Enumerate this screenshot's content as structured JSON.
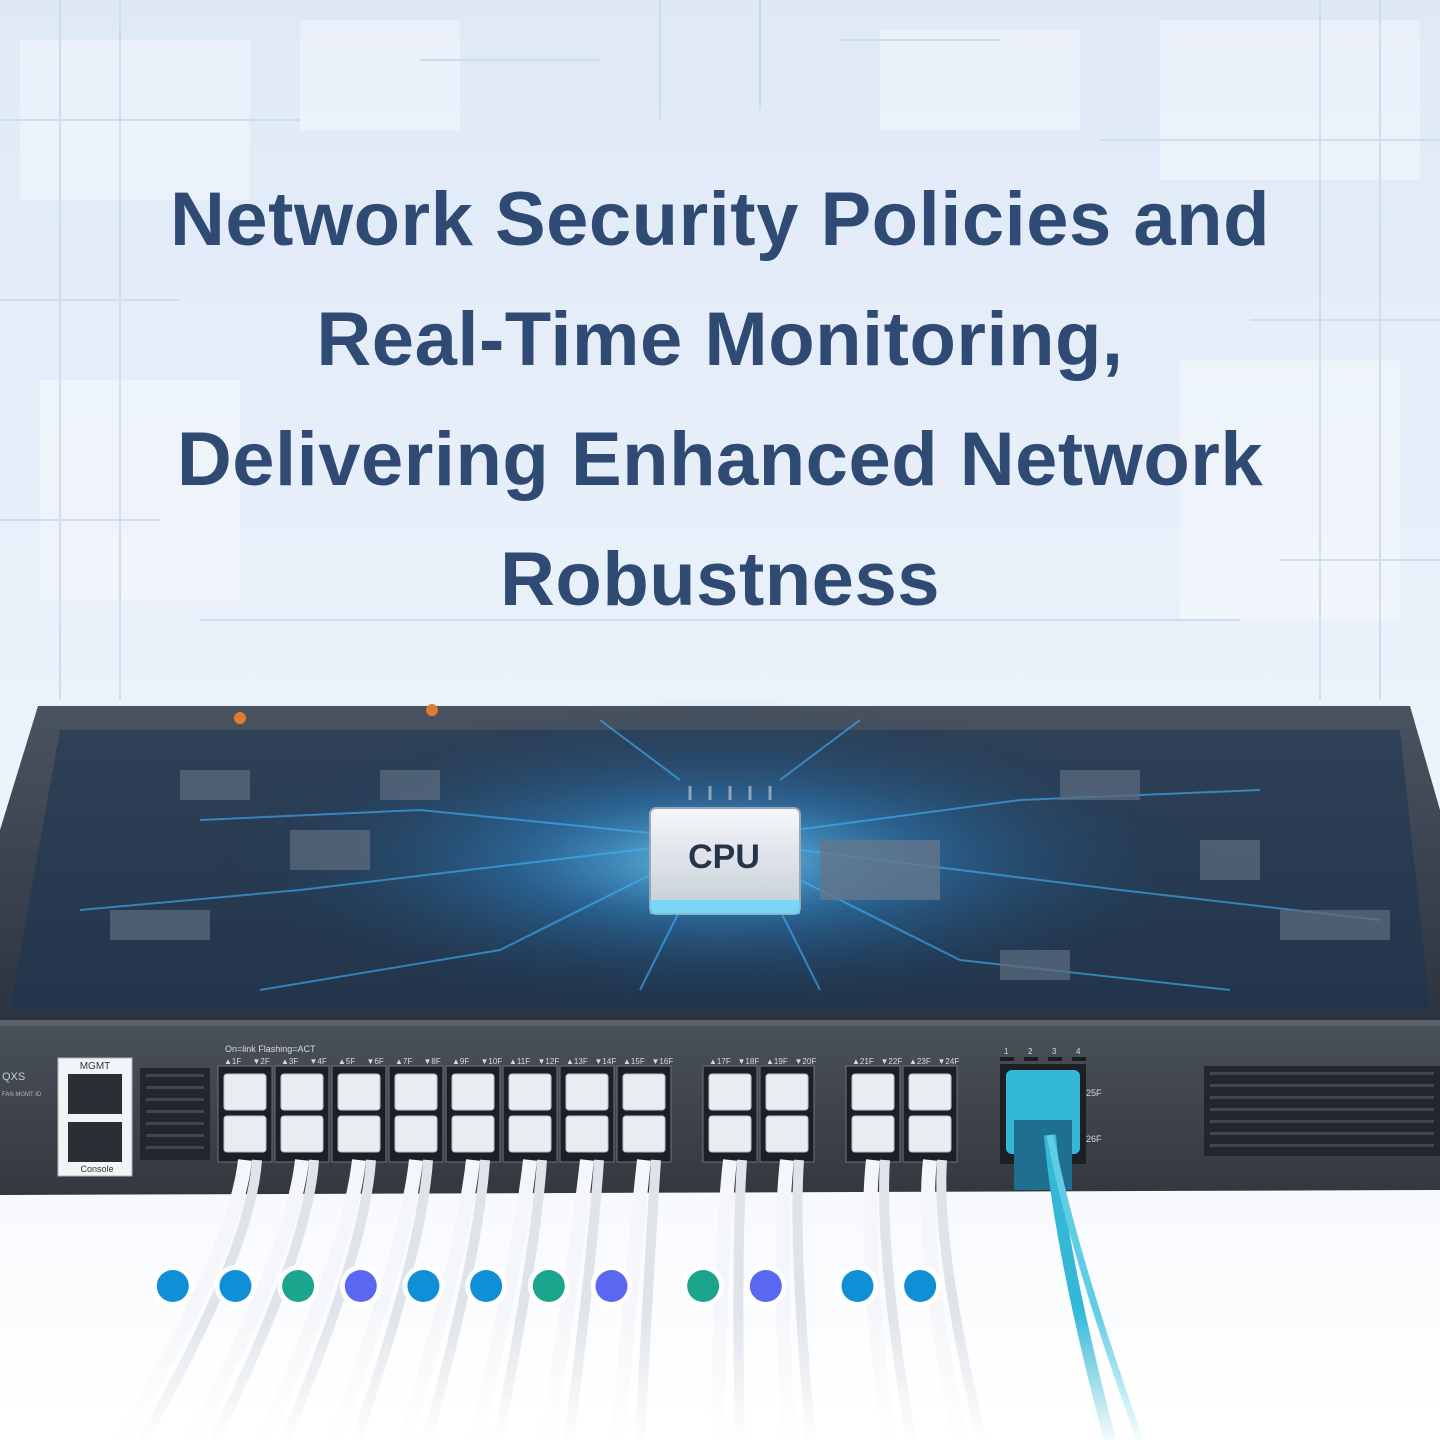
{
  "headline": {
    "line1": "Network Security Policies and",
    "line2": "Real-Time Monitoring,",
    "line3": "Delivering Enhanced Network",
    "line4": "Robustness"
  },
  "chip": {
    "label": "CPU"
  },
  "switch_panel": {
    "model_fragment": "QXS",
    "led_labels": "FAN  MGMT  ID",
    "mgmt_label": "MGMT",
    "console_label": "Console",
    "led_legend": "On=link  Flashing=ACT",
    "group1_ports": [
      "▲1F",
      "▼2F",
      "▲3F",
      "▼4F",
      "▲5F",
      "▼6F",
      "▲7F",
      "▼8F",
      "▲9F",
      "▼10F",
      "▲11F",
      "▼12F",
      "▲13F",
      "▼14F",
      "▲15F",
      "▼16F"
    ],
    "group2_ports": [
      "▲17F",
      "▼18F",
      "▲19F",
      "▼20F"
    ],
    "group3_ports": [
      "▲21F",
      "▼22F",
      "▲23F",
      "▼24F"
    ],
    "uplink_numbers": [
      "1",
      "2",
      "3",
      "4"
    ],
    "uplink_ports": [
      "25F",
      "26F"
    ]
  },
  "colors": {
    "headline": "#2f4a73",
    "chassis": "#3a3f47",
    "circuit_glow": "#3fb6ff",
    "connector_blue": "#0f8fd6",
    "connector_teal": "#1aa58c",
    "connector_violet": "#5a67f0",
    "uplink_connector": "#34b8d8"
  },
  "cable_markers": [
    "blue",
    "blue",
    "teal",
    "violet",
    "blue",
    "blue",
    "teal",
    "violet",
    "teal",
    "violet",
    "blue",
    "blue"
  ]
}
